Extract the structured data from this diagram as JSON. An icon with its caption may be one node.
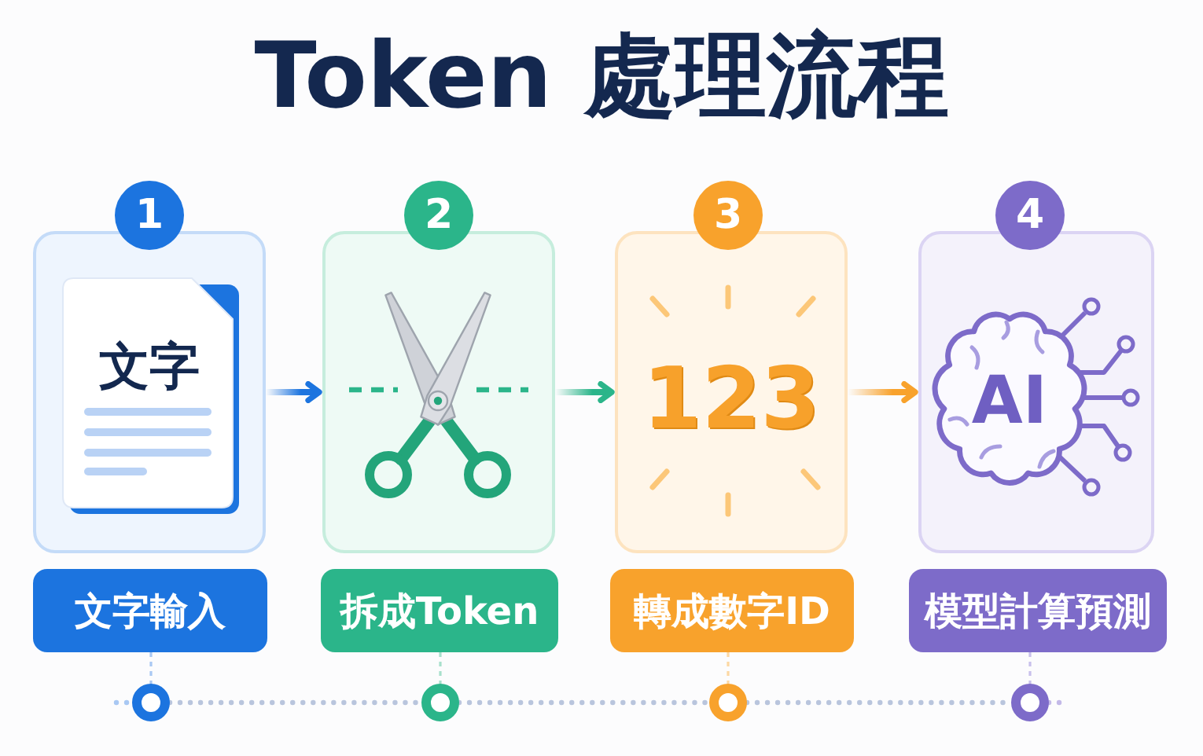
{
  "diagram": {
    "title": "Token 處理流程",
    "nodes": [
      {
        "text": [
          "1"
        ]
      },
      {
        "text": [
          "2"
        ]
      },
      {
        "text": [
          "3"
        ]
      },
      {
        "text": [
          "4"
        ]
      },
      {
        "text": [
          "文字"
        ]
      },
      {
        "text": [],
        "shape": "box"
      },
      {
        "text": [
          "123"
        ]
      },
      {
        "text": [
          "AI"
        ]
      },
      {
        "text": [
          "文字輸入"
        ]
      },
      {
        "text": [
          "拆成Token"
        ]
      },
      {
        "text": [
          "轉成數字ID"
        ]
      },
      {
        "text": [
          "模型計算預測"
        ]
      },
      {
        "text": [],
        "shape": "circle"
      },
      {
        "text": [],
        "shape": "circle"
      },
      {
        "text": [],
        "shape": "circle"
      },
      {
        "text": [],
        "shape": "circle"
      }
    ],
    "edges": [
      {
        "from": 4,
        "to": 5,
        "arrow": "to",
        "color": "#1c74df"
      },
      {
        "from": 5,
        "to": 6,
        "arrow": "to",
        "color": "#2bb58a"
      },
      {
        "from": 6,
        "to": 7,
        "arrow": "to",
        "color": "#f8a22c"
      },
      {
        "from": 8,
        "to": 12,
        "arrow": "none",
        "style": "dashed",
        "color": "#a9c8f3"
      },
      {
        "from": 9,
        "to": 13,
        "arrow": "none",
        "style": "dashed",
        "color": "#a8e0cc"
      },
      {
        "from": 10,
        "to": 14,
        "arrow": "none",
        "style": "dashed",
        "color": "#fcd8a3"
      },
      {
        "from": 11,
        "to": 15,
        "arrow": "none",
        "style": "dashed",
        "color": "#c9c0ec"
      },
      {
        "from": 12,
        "to": 13,
        "arrow": "none",
        "style": "dashed",
        "color": "#b9c5dd"
      },
      {
        "from": 13,
        "to": 14,
        "arrow": "none",
        "style": "dashed",
        "color": "#b9c5dd"
      },
      {
        "from": 14,
        "to": 15,
        "arrow": "none",
        "style": "dashed",
        "color": "#b9c5dd"
      }
    ]
  }
}
